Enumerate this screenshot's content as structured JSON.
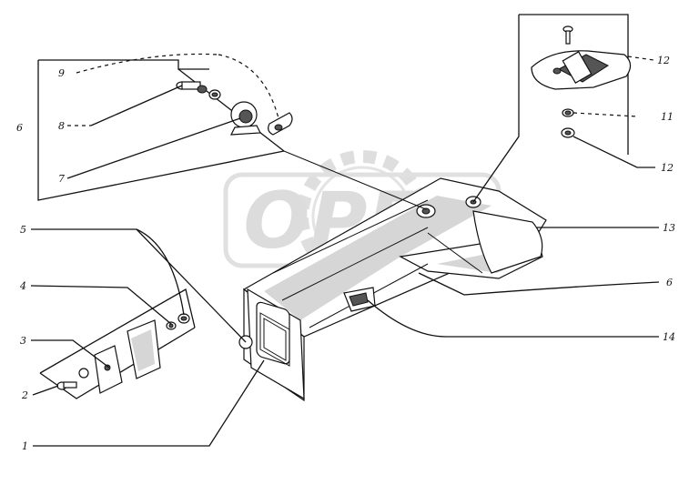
{
  "watermark": {
    "text": "OPEX",
    "color": "#d9d9d9"
  },
  "callouts": {
    "c1": "1",
    "c2": "2",
    "c3": "3",
    "c4": "4",
    "c5": "5",
    "c6_left": "6",
    "c6_right": "6",
    "c7": "7",
    "c8": "8",
    "c9": "9",
    "c11": "11",
    "c12_top": "12",
    "c12_mid": "12",
    "c13": "13",
    "c14": "14"
  }
}
